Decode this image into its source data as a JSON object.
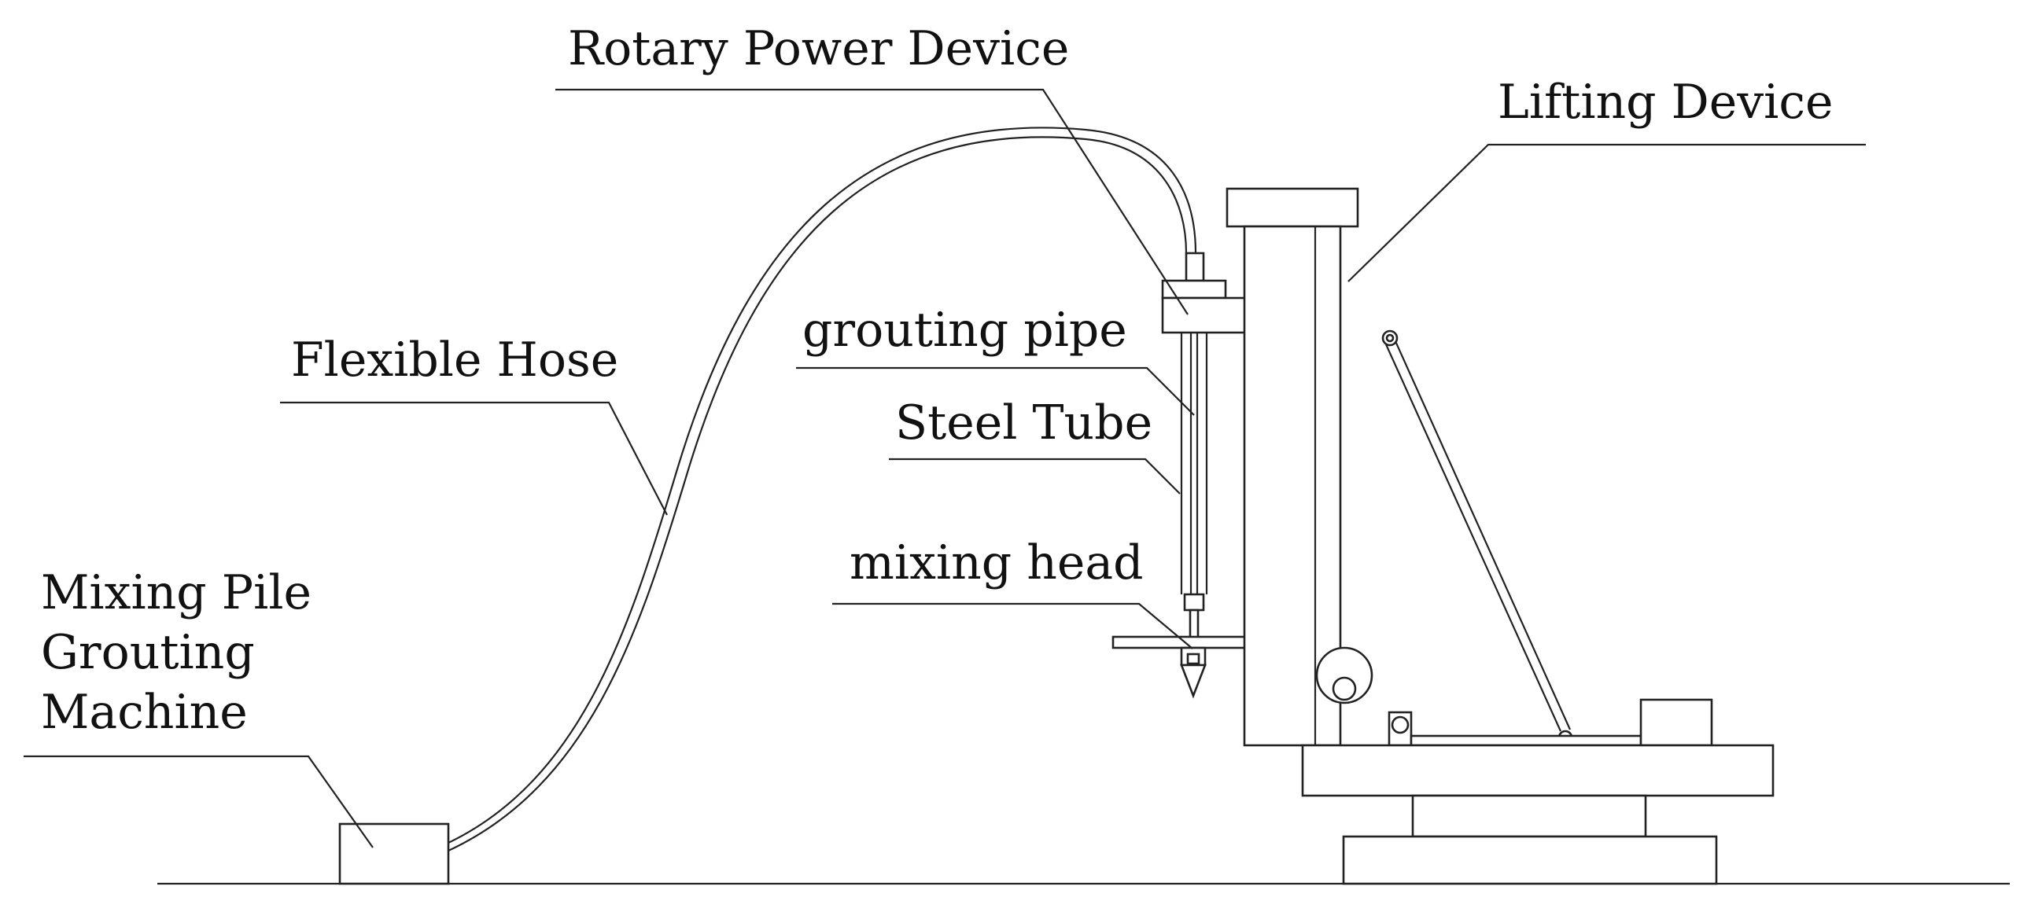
{
  "labels": {
    "rotary_power_device": "Rotary Power Device",
    "lifting_device": "Lifting Device",
    "grouting_pipe": "grouting pipe",
    "flexible_hose": "Flexible Hose",
    "steel_tube": "Steel Tube",
    "mixing_head": "mixing head",
    "grouting_machine_line1": "Mixing Pile",
    "grouting_machine_line2": "Grouting",
    "grouting_machine_line3": "Machine"
  }
}
